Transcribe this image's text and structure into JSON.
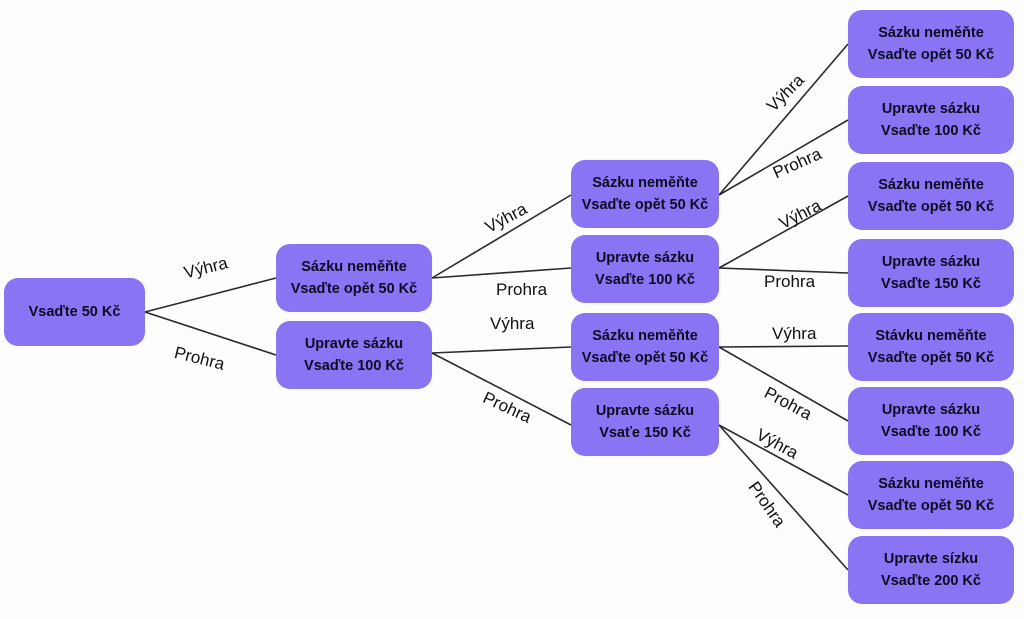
{
  "nodes": {
    "root": {
      "l1": "Vsaďte 50 Kč"
    },
    "a": {
      "l1": "Sázku neměňte",
      "l2": "Vsaďte opět 50 Kč"
    },
    "b": {
      "l1": "Upravte sázku",
      "l2": "Vsaďte 100 Kč"
    },
    "aa": {
      "l1": "Sázku neměňte",
      "l2": "Vsaďte opět 50 Kč"
    },
    "ab": {
      "l1": "Upravte sázku",
      "l2": "Vsaďte 100 Kč"
    },
    "ba": {
      "l1": "Sázku neměňte",
      "l2": "Vsaďte opět 50 Kč"
    },
    "bb": {
      "l1": "Upravte sázku",
      "l2": "Vsaťe 150 Kč"
    },
    "aaa": {
      "l1": "Sázku neměňte",
      "l2": "Vsaďte opět 50 Kč"
    },
    "aab": {
      "l1": "Upravte sázku",
      "l2": "Vsaďte 100 Kč"
    },
    "aba": {
      "l1": "Sázku neměňte",
      "l2": "Vsaďte opět 50 Kč"
    },
    "abb": {
      "l1": "Upravte sázku",
      "l2": "Vsaďte 150 Kč"
    },
    "baa": {
      "l1": "Stávku neměňte",
      "l2": "Vsaďte opět 50 Kč"
    },
    "bab": {
      "l1": "Upravte sázku",
      "l2": "Vsaďte 100 Kč"
    },
    "bba": {
      "l1": "Sázku neměňte",
      "l2": "Vsaďte opět 50 Kč"
    },
    "bbb": {
      "l1": "Upravte sízku",
      "l2": "Vsaďte 200 Kč"
    }
  },
  "edges": {
    "root_a": "Výhra",
    "root_b": "Prohra",
    "a_aa": "Výhra",
    "a_ab": "Prohra",
    "b_ba": "Výhra",
    "b_bb": "Prohra",
    "aa_aaa": "Výhra",
    "aa_aab": "Prohra",
    "ab_aba": "Výhra",
    "ab_abb": "Prohra",
    "ba_baa": "Výhra",
    "ba_bab": "Prohra",
    "bb_bba": "Výhra",
    "bb_bbb": "Prohra"
  },
  "colors": {
    "node_fill": "#8b74f4",
    "line": "#2a2a2a"
  }
}
